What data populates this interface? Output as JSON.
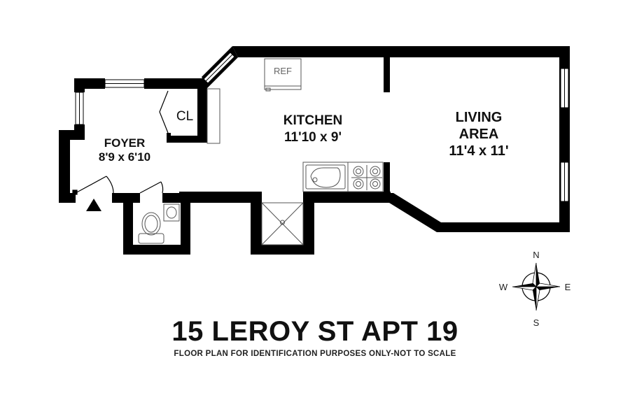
{
  "address_title": "15 LEROY ST APT 19",
  "disclaimer": "FLOOR PLAN FOR IDENTIFICATION PURPOSES ONLY-NOT TO SCALE",
  "rooms": {
    "foyer": {
      "name": "FOYER",
      "dimensions": "8'9 x 6'10"
    },
    "kitchen": {
      "name": "KITCHEN",
      "dimensions": "11'10 x 9'"
    },
    "living": {
      "name_line1": "LIVING",
      "name_line2": "AREA",
      "dimensions": "11'4 x 11'"
    },
    "closet": {
      "name": "CL"
    }
  },
  "fixtures": {
    "refrigerator": "REF"
  },
  "compass": {
    "north": "N",
    "south": "S",
    "east": "E",
    "west": "W"
  },
  "colors": {
    "wall": "#000000",
    "fixture_line": "#555555",
    "background": "#ffffff"
  }
}
